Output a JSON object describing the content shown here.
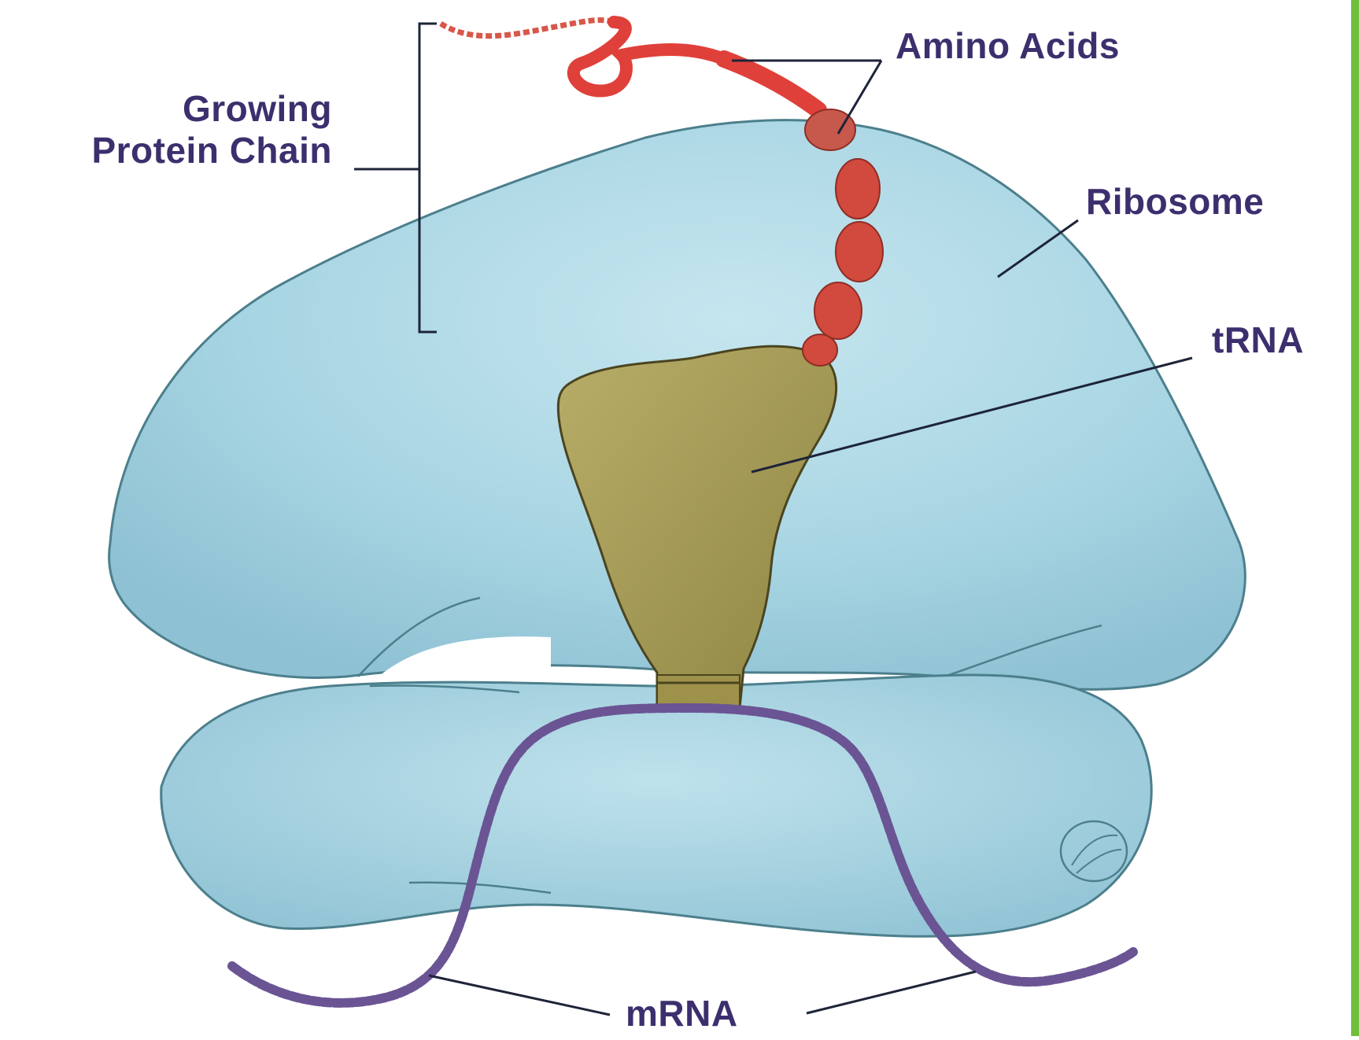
{
  "labels": {
    "growing_protein_chain_line1": "Growing",
    "growing_protein_chain_line2": "Protein Chain",
    "amino_acids": "Amino Acids",
    "ribosome": "Ribosome",
    "trna": "tRNA",
    "mrna": "mRNA"
  },
  "colors": {
    "ribosome_fill": "#a8d5e3",
    "ribosome_shade": "#8fc3d6",
    "ribosome_outline": "#4c7f8c",
    "protein_chain": "#d63a2c",
    "trna_fill": "#a39a55",
    "mrna": "#6a5494",
    "label_text": "#3d2f6e",
    "leader_line": "#1e2438",
    "edge_strip": "#6fbf3a"
  }
}
